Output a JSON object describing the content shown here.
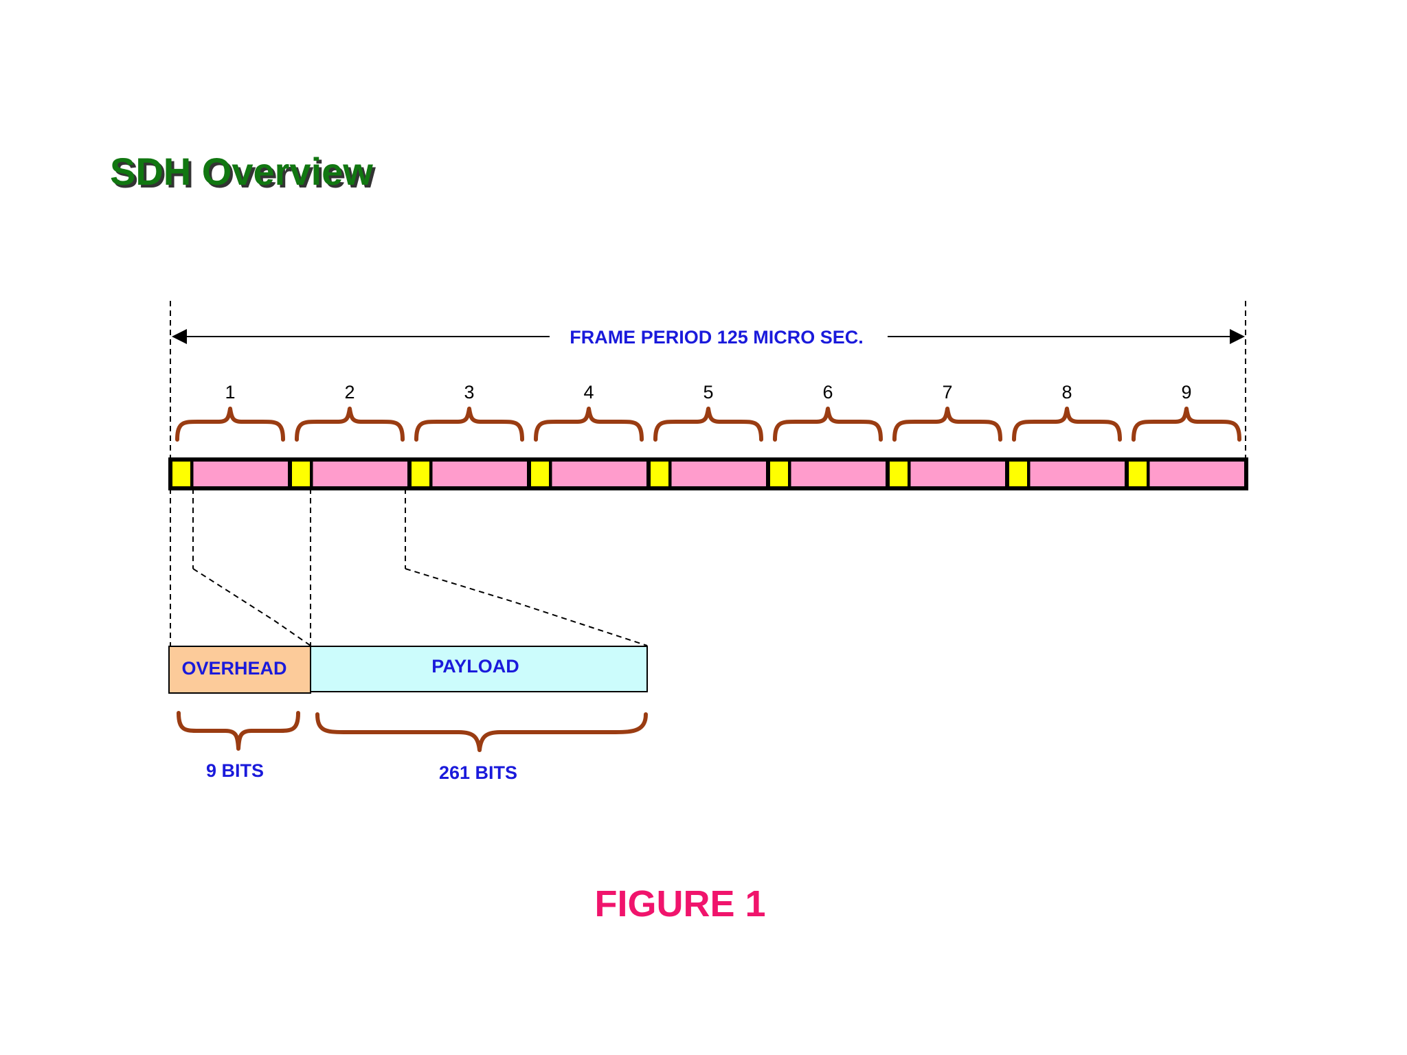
{
  "title": "SDH Overview",
  "frame_period_label": "FRAME PERIOD 125 MICRO SEC.",
  "rows": [
    "1",
    "2",
    "3",
    "4",
    "5",
    "6",
    "7",
    "8",
    "9"
  ],
  "overhead_label": "OVERHEAD",
  "payload_label": "PAYLOAD",
  "overhead_bits": "9 BITS",
  "payload_bits": "261 BITS",
  "figure_label": "FIGURE 1",
  "colors": {
    "title": "#117711",
    "title_shadow": "#333333",
    "label_blue": "#1a1adb",
    "figure": "#f0146c",
    "brace": "#9a3c12",
    "overhead_cell": "#ffff00",
    "payload_cell": "#ff9ccc",
    "overhead_box": "#fccb9a",
    "payload_box": "#ccfcfc"
  }
}
